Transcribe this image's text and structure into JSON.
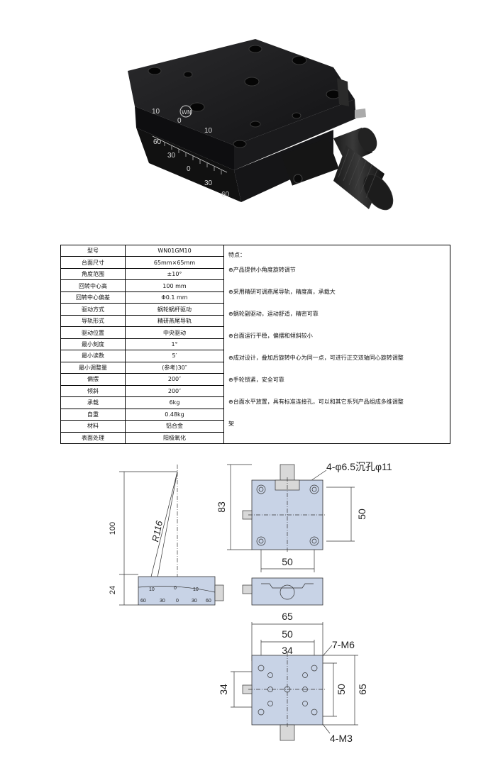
{
  "spec_rows": [
    {
      "label": "型号",
      "value": "WN01GM10"
    },
    {
      "label": "台面尺寸",
      "value": "65mm×65mm"
    },
    {
      "label": "角度范围",
      "value": "±10°"
    },
    {
      "label": "回转中心高",
      "value": "100 mm"
    },
    {
      "label": "回转中心偏差",
      "value": "Φ0.1 mm"
    },
    {
      "label": "驱动方式",
      "value": "蜗轮蜗杆驱动"
    },
    {
      "label": "导轨形式",
      "value": "精研燕尾导轨"
    },
    {
      "label": "驱动位置",
      "value": "中央驱动"
    },
    {
      "label": "最小刻度",
      "value": "1°"
    },
    {
      "label": "最小读数",
      "value": "5′"
    },
    {
      "label": "最小调整量",
      "value": "(参考)30″"
    },
    {
      "label": "偏摆",
      "value": "200″"
    },
    {
      "label": "倾斜",
      "value": "200″"
    },
    {
      "label": "承载",
      "value": "6kg"
    },
    {
      "label": "自重",
      "value": "0.48kg"
    },
    {
      "label": "材料",
      "value": "铝合金"
    },
    {
      "label": "表面处理",
      "value": "阳极氧化"
    }
  ],
  "features": {
    "title": "特点：",
    "items": [
      "⊕产品提供小角度旋转调节",
      "⊕采用精研可调燕尾导轨，精度高，承载大",
      "⊕蜗轮副驱动，运动舒适，精密可靠",
      "⊕台面运行平稳，偏摆和倾斜较小",
      "⊕成对设计，叠加后旋转中心为同一点，可进行正交双轴同心旋转调整",
      "⊕手轮锁紧，安全可靠",
      "⊕台面水平放置，具有标准连接孔，可以和其它系列产品组成多维调整",
      "架"
    ]
  },
  "photo": {
    "dial_top": [
      "10",
      "0",
      "10",
      "60",
      "30",
      "0",
      "30",
      "60"
    ],
    "logo": "WN"
  },
  "drawing": {
    "side": {
      "h100": "100",
      "h24": "24",
      "radius": "R116",
      "scale": [
        "10",
        "0",
        "10",
        "60",
        "30",
        "0",
        "30",
        "60"
      ]
    },
    "top": {
      "callout": "4-φ6.5沉孔φ11",
      "w50": "50",
      "h83": "83",
      "h50": "50"
    },
    "bottom": {
      "w65": "65",
      "w50": "50",
      "w34": "34",
      "h34": "34",
      "h50": "50",
      "h65": "65",
      "m6": "7-M6",
      "m3": "4-M3"
    }
  }
}
